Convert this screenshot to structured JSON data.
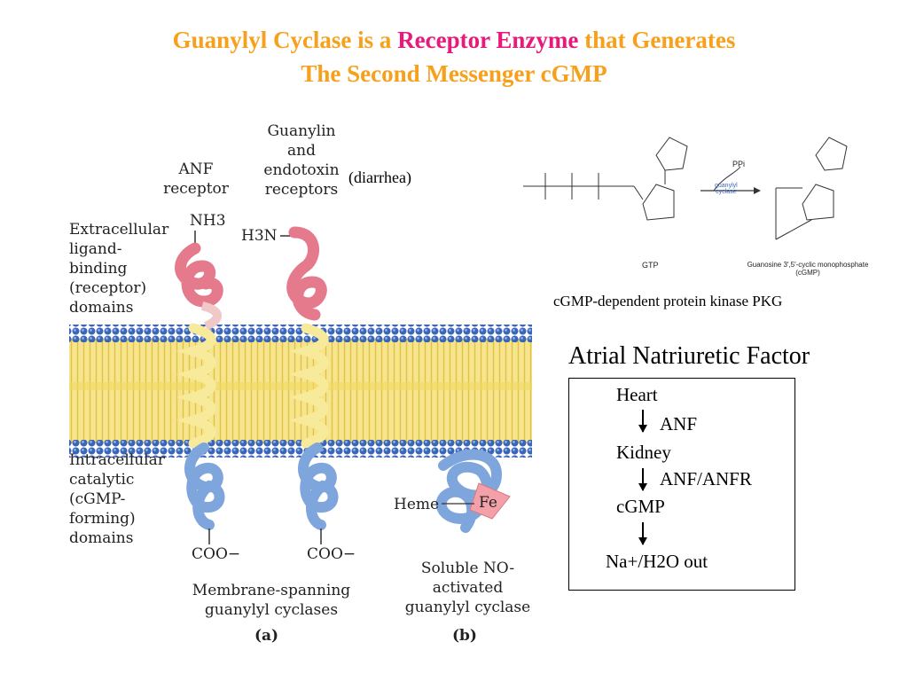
{
  "title": {
    "line1_a": "Guanylyl Cyclase is a ",
    "line1_b": "Receptor Enzyme",
    "line1_c": " that Generates",
    "line2": "The Second Messenger cGMP"
  },
  "colors": {
    "title_orange": "#f7a01b",
    "title_pink": "#e8197a",
    "membrane_head": "#3b66b8",
    "membrane_tail": "#f4e27a",
    "ligand_domain": "#e57a8c",
    "catalytic_domain": "#7ea6dc"
  },
  "figure": {
    "anf_receptor": "ANF\nreceptor",
    "anf_nh3": "NH3",
    "guanylin": "Guanylin\nand\nendotoxin\nreceptors",
    "guanylin_nh3": "H3N",
    "diarrhea": "(diarrhea)",
    "extracellular": "Extracellular\nligand-\nbinding\n(receptor)\ndomains",
    "intracellular": "Intracellular\ncatalytic\n(cGMP-\nforming)\ndomains",
    "coo1": "COO−",
    "coo2": "COO−",
    "heme": "Heme",
    "fe": "Fe",
    "membrane_caption": "Membrane-spanning\nguanylyl cyclases",
    "soluble_caption": "Soluble NO-\nactivated\nguanylyl cyclase",
    "label_a": "(a)",
    "label_b": "(b)"
  },
  "reaction": {
    "gtp": "GTP",
    "cgmp": "Guanosine 3′,5′-cyclic monophosphate\n(cGMP)",
    "ppi": "PPi",
    "enzyme": "guanylyl\ncyclase"
  },
  "pkg_text": "cGMP-dependent protein kinase PKG",
  "anf_heading": "Atrial Natriuretic Factor",
  "flow": {
    "heart": "Heart",
    "anf": "ANF",
    "kidney": "Kidney",
    "anfr": "ANF/ANFR",
    "cgmp": "cGMP",
    "out": "Na+/H2O out"
  }
}
